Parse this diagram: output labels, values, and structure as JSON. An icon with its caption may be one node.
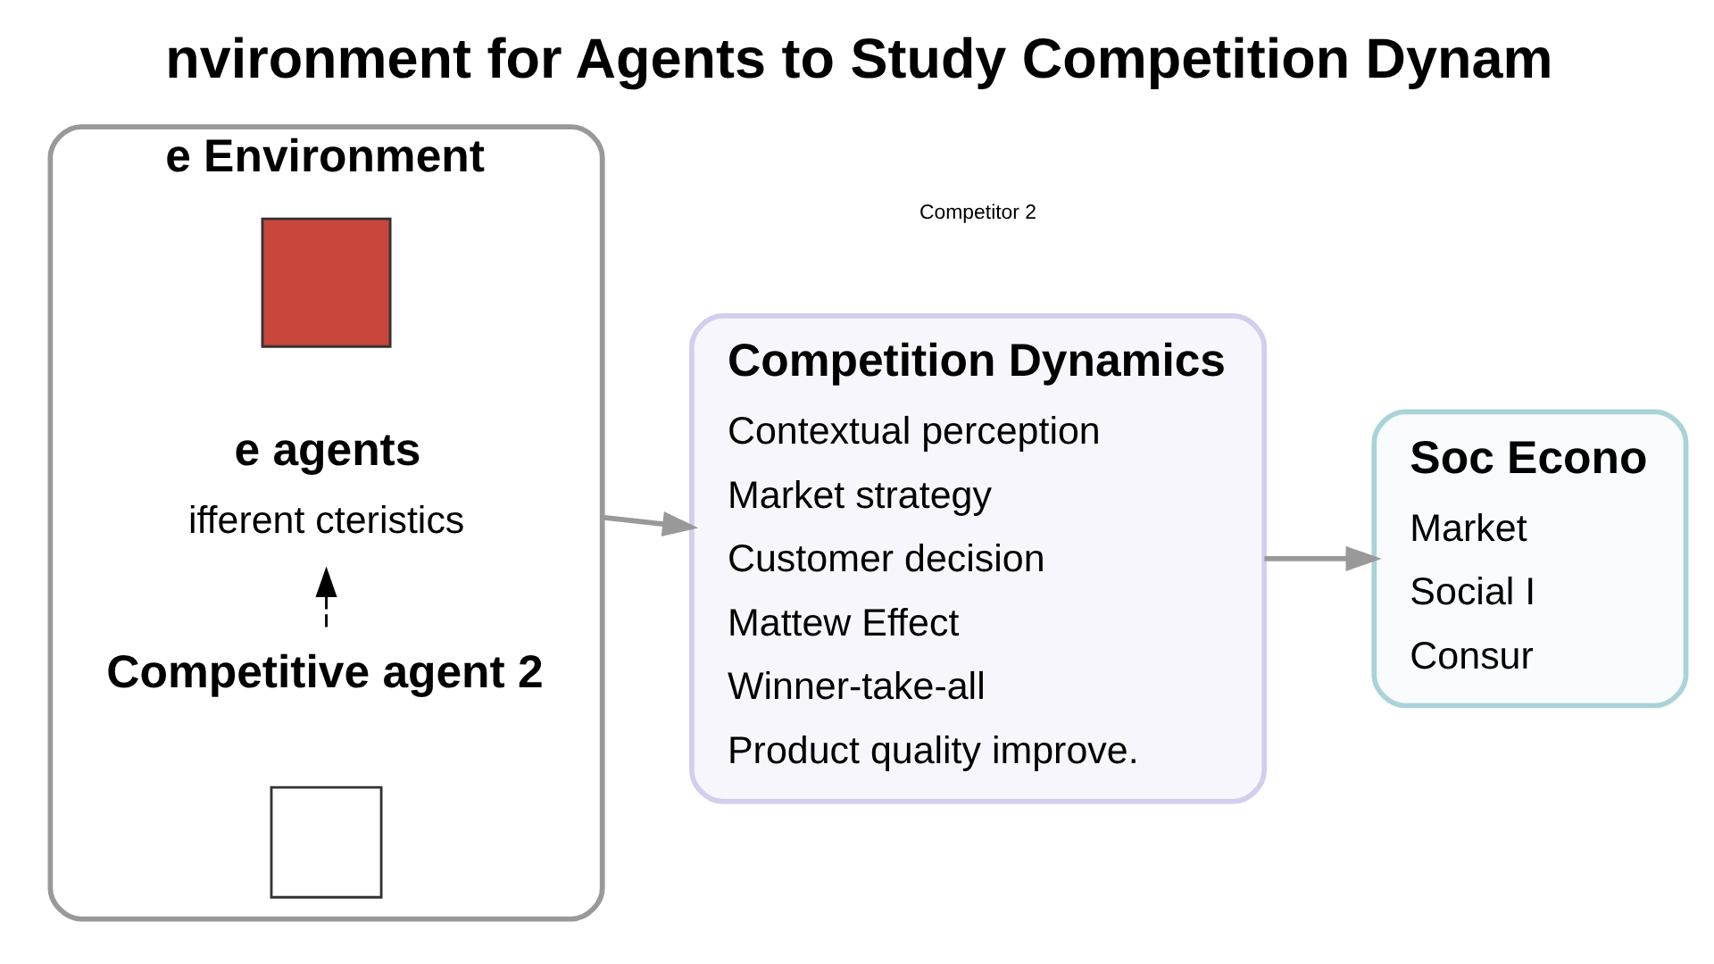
{
  "diagram": {
    "title": "nvironment for Agents to Study Competition Dynam",
    "nodes": [
      {
        "text": [
          "e Environment"
        ]
      },
      {
        "text": [],
        "shape": "box",
        "in": 0
      },
      {
        "text": [
          "Competitive agent 2"
        ],
        "in": 0
      },
      {
        "text": [
          "e agents",
          "ifferent cteristics"
        ],
        "in": 0
      },
      {
        "text": [],
        "shape": "box",
        "in": 0
      },
      {
        "text": [
          "Competition Dynamics",
          "Contextual perception",
          "Market strategy",
          "Customer decision",
          "Mattew Effect",
          "Winner-take-all",
          "Product quality improve."
        ]
      },
      {
        "text": [
          "Soc Econo",
          "Market",
          "Social I",
          "Consur"
        ]
      }
    ],
    "edges": [
      {
        "from": 2,
        "to": 3,
        "arrow": "to",
        "style": "dashed",
        "color": "#000000"
      },
      {
        "from": 0,
        "to": 5,
        "arrow": "to"
      },
      {
        "from": 5,
        "to": 6,
        "arrow": "to"
      }
    ],
    "labels": [
      "Competitor 2"
    ]
  }
}
